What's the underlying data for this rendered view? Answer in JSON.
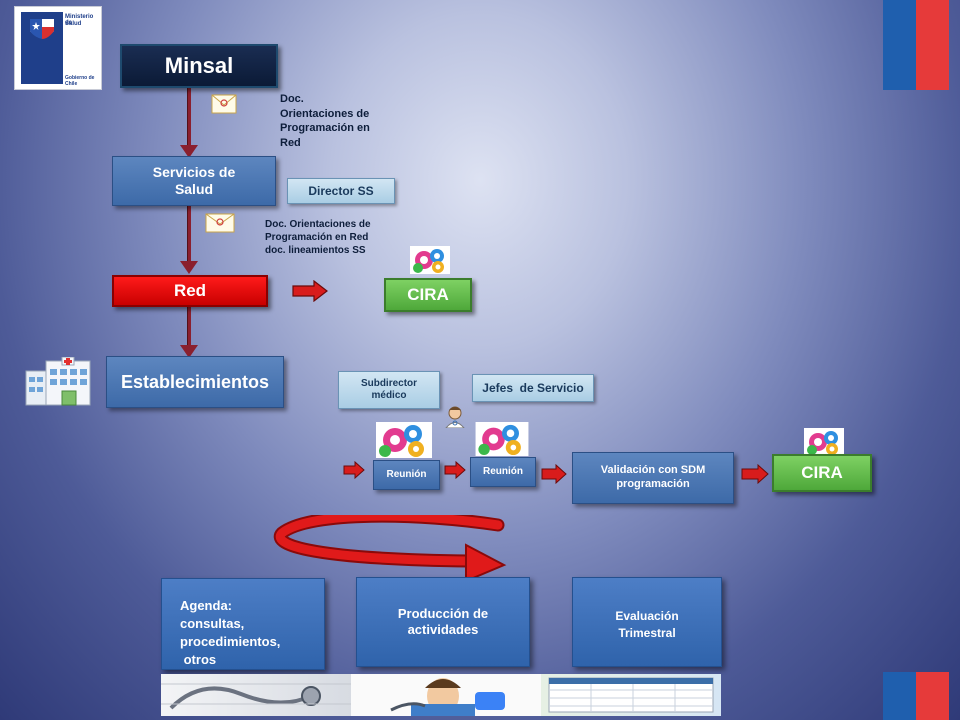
{
  "logo": {
    "line1": "Ministerio de",
    "line2": "Salud",
    "footer": "Gobierno de Chile"
  },
  "nodes": {
    "minsal": "Minsal",
    "servicios": "Servicios de Salud",
    "director": "Director SS",
    "red": "Red",
    "cira1": "CIRA",
    "establecimientos": "Establecimientos",
    "subdirector": "Subdirector médico",
    "jefes": "Jefes  de Servicio",
    "reunion1": "Reunión",
    "reunion2": "Reunión",
    "validacion": "Validación con SDM programación",
    "cira2": "CIRA"
  },
  "notes": {
    "doc1": [
      "Doc.",
      "Orientaciones  de",
      "Programación en",
      "Red"
    ],
    "doc2": [
      "Doc. Orientaciones de",
      "Programación en Red",
      "doc. lineamientos SS"
    ]
  },
  "bottom": {
    "agenda": [
      "Agenda:",
      "consultas,",
      "procedimientos,",
      " otros"
    ],
    "produccion": "Producción de actividades",
    "evaluacion": [
      "Evaluación",
      "Trimestral"
    ]
  },
  "icons": [
    "envelope-icon",
    "gears-icon",
    "hospital-icon",
    "doctor-icon",
    "red-arrow-icon",
    "curved-arrow-icon"
  ],
  "colors": {
    "red_box": "#e00000",
    "cira_green": "#5cb947",
    "navy": "#0f1f3d",
    "connector": "#8a1f2e",
    "flag_blue": "#1f5fae",
    "flag_red": "#e63a3a"
  }
}
